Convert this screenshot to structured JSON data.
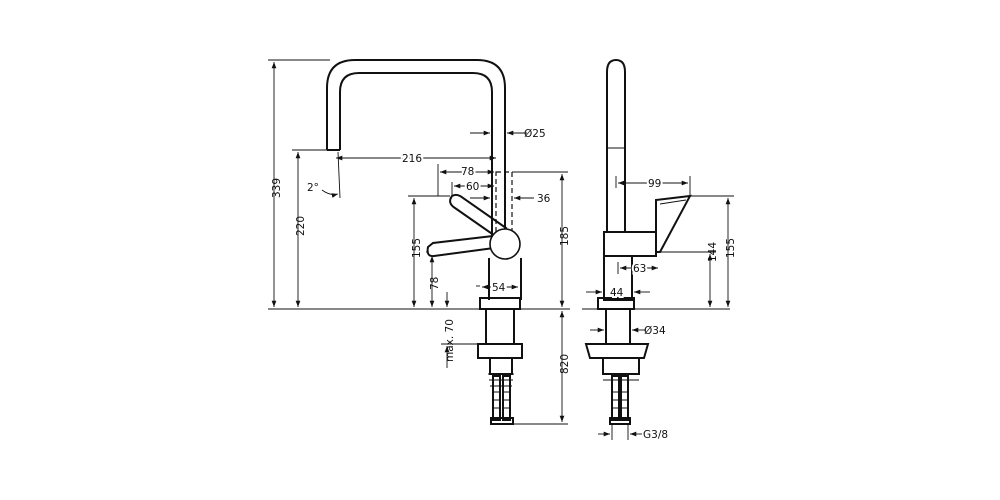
{
  "drawing": {
    "front_view": {
      "height_total": "339",
      "height_spout": "220",
      "spout_reach": "216",
      "spout_diameter": "Ø25",
      "spout_angle": "2°",
      "handle_offset_1": "78",
      "handle_offset_2": "60",
      "handle_width": "36",
      "handle_height_155": "155",
      "handle_height_78": "78",
      "body_height": "185",
      "base_width": "54",
      "max_thickness": "max. 70",
      "hose_length": "820"
    },
    "side_view": {
      "handle_reach": "99",
      "handle_depth": "63",
      "base_diameter": "44",
      "handle_height_144": "144",
      "handle_height_155": "155",
      "shank_diameter": "Ø34",
      "connection_thread": "G3/8"
    }
  },
  "colors": {
    "line": "#111111",
    "background": "#ffffff"
  }
}
